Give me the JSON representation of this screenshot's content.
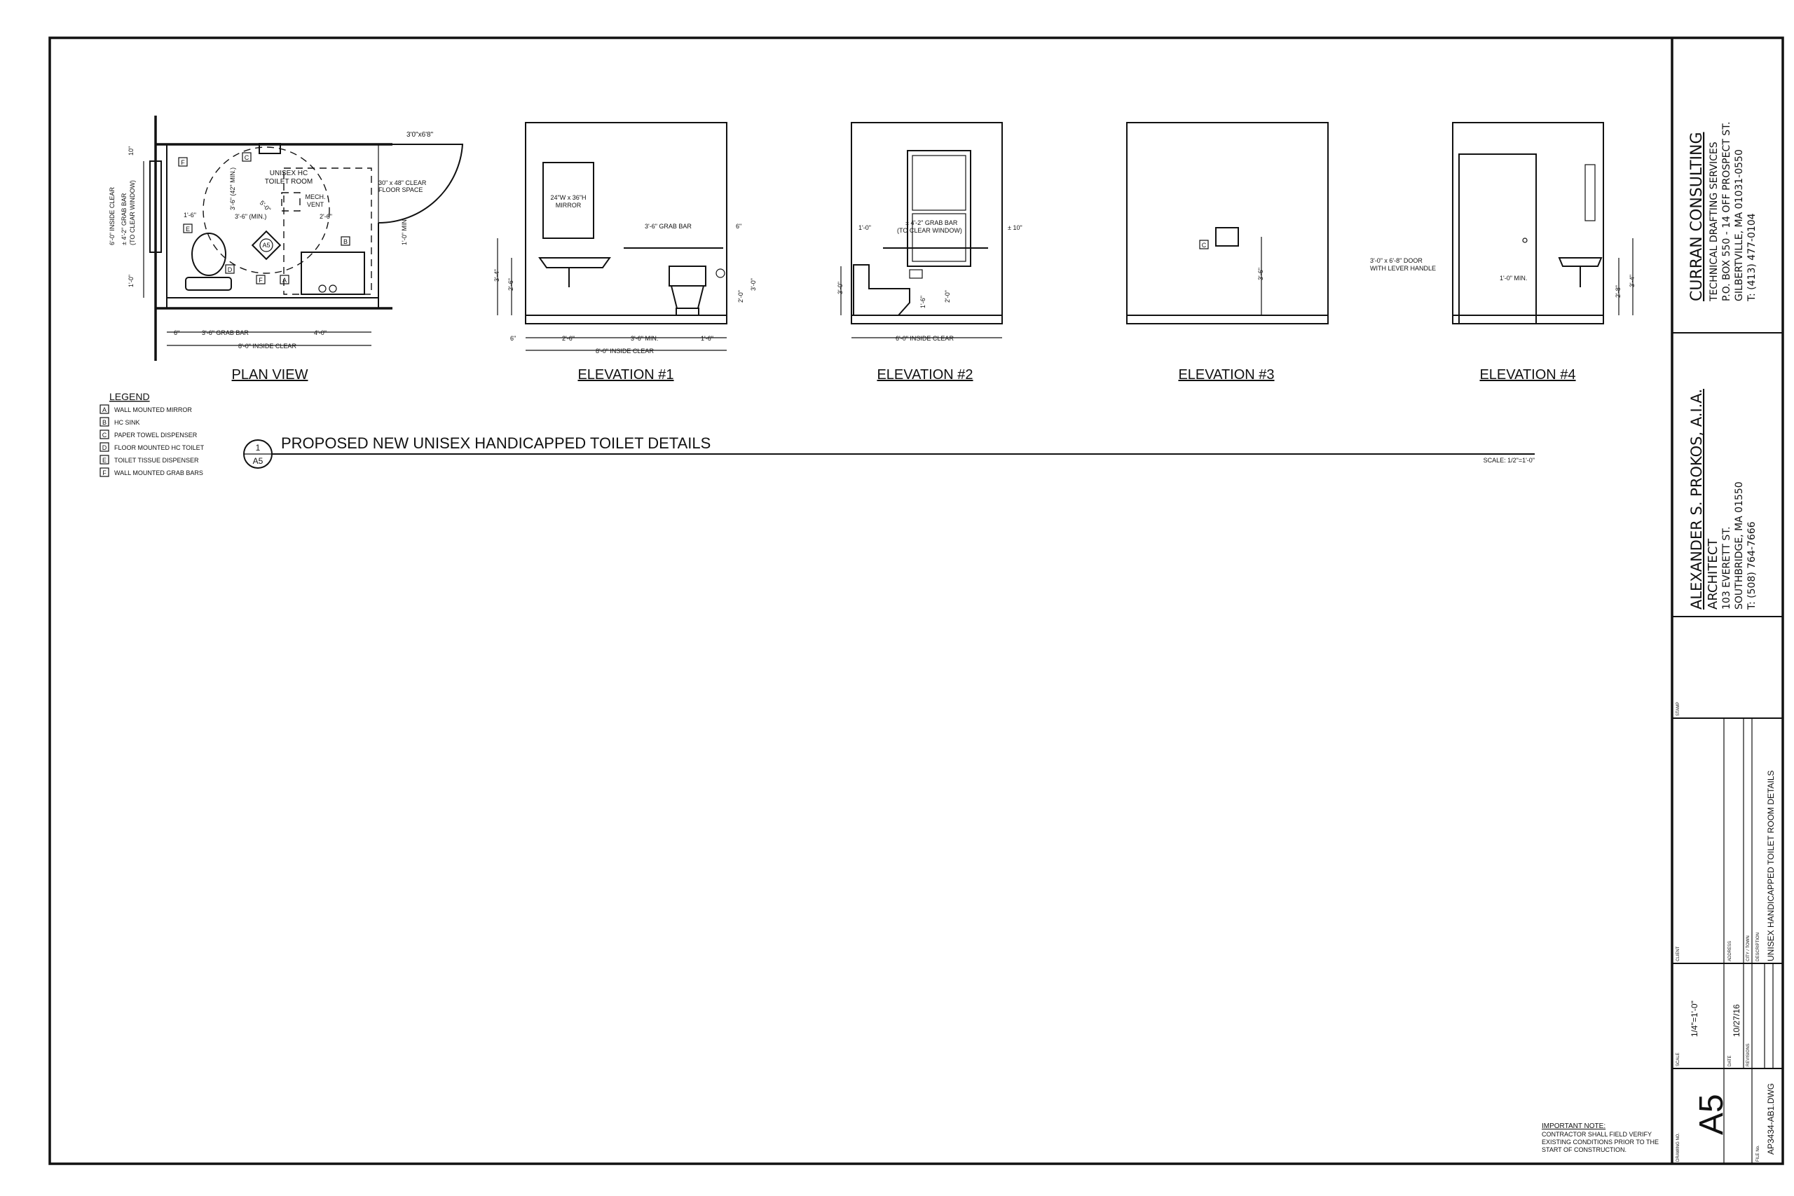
{
  "sheet_title": "PROPOSED NEW UNISEX HANDICAPPED TOILET DETAILS",
  "detail_bubble": {
    "number": "1",
    "sheet": "A5"
  },
  "scale_note": "SCALE: 1/2\"=1'-0\"",
  "views": {
    "plan": "PLAN VIEW",
    "elev1": "ELEVATION #1",
    "elev2": "ELEVATION #2",
    "elev3": "ELEVATION #3",
    "elev4": "ELEVATION #4"
  },
  "plan_labels": {
    "room": "UNISEX HC",
    "room2": "TOILET ROOM",
    "clear_floor": "30\" x 48\" CLEAR",
    "clear_floor2": "FLOOR SPACE",
    "mech": "MECH.",
    "mech2": "VENT",
    "door": "3'0\"x6'8\"",
    "dim_42": "3'-6\" (42\" MIN.)",
    "dim_36": "3'-6\" (MIN.)",
    "dim_5": "5'-0\"",
    "dim_16": "1'-6\"",
    "dim_24": "2'-6\"",
    "dim_10": "10\"",
    "dim_inside_v": "6'-0\" INSIDE CLEAR",
    "dim_grab_v": "± 4'-2\" GRAB BAR",
    "dim_grab_v2": "(TO CLEAR WINDOW)",
    "dim_10b": "1'-0\"",
    "dim_min": "1'-0\" MIN.",
    "dim_6": "6\"",
    "dim_grab_h": "3'-6\" GRAB BAR",
    "dim_40": "4'-0\"",
    "dim_inside_h": "8'-0\" INSIDE CLEAR",
    "a5": "A5"
  },
  "elev1_labels": {
    "mirror": "24\"W x 36\"H",
    "mirror2": "MIRROR",
    "grab": "3'-6\" GRAB BAR",
    "d6": "6\"",
    "d34": "3'-4\"",
    "d26": "2'-6\"",
    "d20": "2'-0\"",
    "d30": "3'-0\"",
    "b6": "6\"",
    "b26": "2'-6\"",
    "b36min": "3'-6\" MIN.",
    "b16": "1'-6\"",
    "inside": "8'-0\" INSIDE CLEAR"
  },
  "elev2_labels": {
    "d10": "1'-0\"",
    "grab": "± 4'-2\" GRAB BAR",
    "grab2": "(TO CLEAR WINDOW)",
    "pm10": "± 10\"",
    "d30": "3'-0\"",
    "d16": "1'-6\"",
    "d20": "2'-0\"",
    "inside": "6'-0\" INSIDE CLEAR"
  },
  "elev3_labels": {
    "d36": "3'-6\""
  },
  "elev4_labels": {
    "door": "3'-0\" x 6'-8\" DOOR",
    "door2": "WITH LEVER HANDLE",
    "min": "1'-0\" MIN.",
    "d28": "2'-8\"",
    "d34": "3'-4\""
  },
  "legend": {
    "title": "LEGEND",
    "items": [
      {
        "key": "A",
        "label": "WALL MOUNTED MIRROR"
      },
      {
        "key": "B",
        "label": "HC SINK"
      },
      {
        "key": "C",
        "label": "PAPER TOWEL DISPENSER"
      },
      {
        "key": "D",
        "label": "FLOOR MOUNTED HC TOILET"
      },
      {
        "key": "E",
        "label": "TOILET TISSUE DISPENSER"
      },
      {
        "key": "F",
        "label": "WALL MOUNTED GRAB BARS"
      }
    ]
  },
  "important_note": {
    "title": "IMPORTANT NOTE:",
    "lines": [
      "CONTRACTOR SHALL FIELD VERIFY",
      "EXISTING CONDITIONS PRIOR TO THE",
      "START OF CONSTRUCTION."
    ]
  },
  "title_block": {
    "firm1": {
      "name": "CURRAN CONSULTING",
      "l1": "TECHNICAL DRAFTING SERVICES",
      "l2": "P.O. BOX 550 - 14 OFF PROSPECT ST.",
      "l3": "GILBERTVILLE, MA 01031-0550",
      "l4": "T: (413) 477-0104"
    },
    "firm2": {
      "name": "ALEXANDER S. PROKOS, A.I.A.",
      "l1": "ARCHITECT",
      "l2": "103 EVERETT ST.",
      "l3": "SOUTHBRIDGE, MA 01550",
      "l4": "T: (508) 764-7666"
    },
    "stamp": "STAMP",
    "client": "CLIENT",
    "address": "ADDRESS",
    "city": "CITY / TOWN",
    "description_label": "DESCRIPTION",
    "description": "UNISEX HANDICAPPED TOILET ROOM DETAILS",
    "scale_label": "SCALE",
    "scale": "1/4\"=1'-0\"",
    "date_label": "DATE",
    "date": "10/27/16",
    "revisions": "REVISIONS",
    "drawing_no_label": "DRAWING NO.",
    "drawing_no": "A5",
    "file_label": "FILE No.",
    "file": "AP3434-AB1.DWG"
  }
}
